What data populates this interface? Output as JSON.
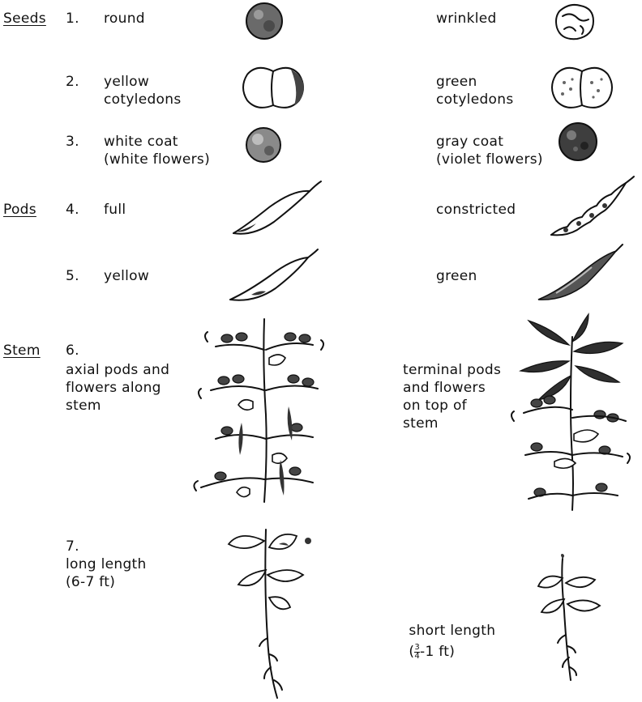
{
  "categories": {
    "seeds": "Seeds",
    "pods": "Pods",
    "stem": "Stem"
  },
  "traits": [
    {
      "number": "1.",
      "dominant": "round",
      "recessive": "wrinkled"
    },
    {
      "number": "2.",
      "dominant": "yellow\ncotyledons",
      "recessive": "green\ncotyledons"
    },
    {
      "number": "3.",
      "dominant": "white coat\n(white flowers)",
      "recessive": "gray coat\n(violet flowers)"
    },
    {
      "number": "4.",
      "dominant": "full",
      "recessive": "constricted"
    },
    {
      "number": "5.",
      "dominant": "yellow",
      "recessive": "green"
    },
    {
      "number": "6.",
      "dominant": "axial pods and\nflowers along\nstem",
      "recessive": "terminal pods\nand flowers\non top of\nstem"
    },
    {
      "number": "7.",
      "dominant": "long length\n(6-7 ft)",
      "recessive_prefix": "short length",
      "recessive_open": "(",
      "recessive_frac_num": "3",
      "recessive_frac_den": "4",
      "recessive_rest": "-1 ft)"
    }
  ],
  "icons": {
    "round_seed": "round-seed-icon",
    "wrinkled_seed": "wrinkled-seed-icon",
    "yellow_cotyledons": "yellow-cotyledons-icon",
    "green_cotyledons": "green-cotyledons-icon",
    "white_coat_seed": "white-coat-seed-icon",
    "gray_coat_seed": "gray-coat-seed-icon",
    "full_pod": "full-pod-icon",
    "constricted_pod": "constricted-pod-icon",
    "yellow_pod": "yellow-pod-icon",
    "green_pod": "green-pod-icon",
    "axial_plant": "axial-flowers-plant-icon",
    "terminal_plant": "terminal-flowers-plant-icon",
    "tall_plant": "tall-plant-icon",
    "short_plant": "short-plant-icon"
  },
  "colors": {
    "ink": "#111111",
    "background": "#ffffff"
  }
}
